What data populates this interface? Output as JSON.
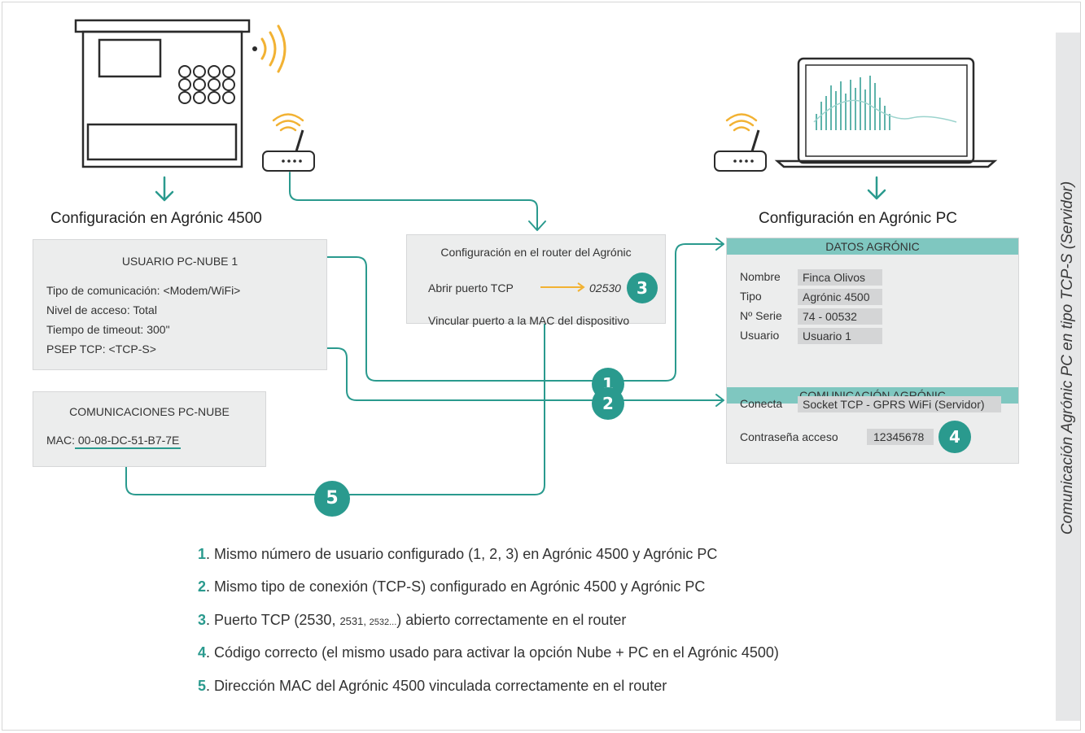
{
  "colors": {
    "accent": "#2a9a8e",
    "teal_bar": "#7fc7c0",
    "orange_arrow": "#f2b233",
    "panel_bg": "#eceded"
  },
  "icons": [
    "agronic-controller-icon",
    "wifi-waves-icon",
    "router-icon",
    "laptop-icon",
    "down-arrow-icon"
  ],
  "side_title": "Comunicación Agrónic PC en tipo TCP-S (Servidor)",
  "left": {
    "heading": "Configuración en Agrónic 4500",
    "usuario_panel": {
      "title": "USUARIO PC-NUBE 1",
      "lines": [
        "Tipo de comunicación: <Modem/WiFi>",
        "Nivel de acceso: Total",
        "Tiempo de timeout: 300\"",
        "PSEP TCP: <TCP-S>"
      ]
    },
    "com_panel": {
      "title": "COMUNICACIONES PC-NUBE",
      "mac_label": "MAC: ",
      "mac_value": "00-08-DC-51-B7-7E"
    }
  },
  "router": {
    "title": "Configuración en el router del Agrónic",
    "open_port_label": "Abrir puerto TCP",
    "port_value": "02530",
    "bind_label": "Vincular puerto a la MAC del dispositivo"
  },
  "right": {
    "heading": "Configuración en Agrónic PC",
    "datos": {
      "header": "DATOS AGRÓNIC",
      "rows": [
        {
          "label": "Nombre",
          "value": "Finca Olivos"
        },
        {
          "label": "Tipo",
          "value": "Agrónic 4500"
        },
        {
          "label": "Nº Serie",
          "value": "74 - 00532"
        },
        {
          "label": "Usuario",
          "value": "Usuario 1"
        }
      ]
    },
    "comunicacion": {
      "header": "COMUNICACIÓN AGRÓNIC",
      "conecta_label": "Conecta",
      "conecta_value": "Socket TCP - GPRS WiFi (Servidor)",
      "pass_label": "Contraseña acceso",
      "pass_value": "12345678"
    }
  },
  "badges": [
    "1",
    "2",
    "3",
    "4",
    "5"
  ],
  "notes": [
    {
      "num": "1",
      "text": ". Mismo número de usuario configurado (1, 2, 3) en Agrónic 4500 y Agrónic PC"
    },
    {
      "num": "2",
      "text": ". Mismo tipo de conexión (TCP-S) configurado en Agrónic 4500 y Agrónic PC"
    },
    {
      "num": "3",
      "text_a": ". Puerto TCP (2530, ",
      "text_b": "2531, ",
      "text_c": "2532...",
      "text_d": ") abierto correctamente en el router"
    },
    {
      "num": "4",
      "text": ". Código correcto (el mismo usado para activar la opción Nube + PC en el Agrónic 4500)"
    },
    {
      "num": "5",
      "text": ". Dirección MAC del Agrónic 4500 vinculada correctamente en el router"
    }
  ]
}
